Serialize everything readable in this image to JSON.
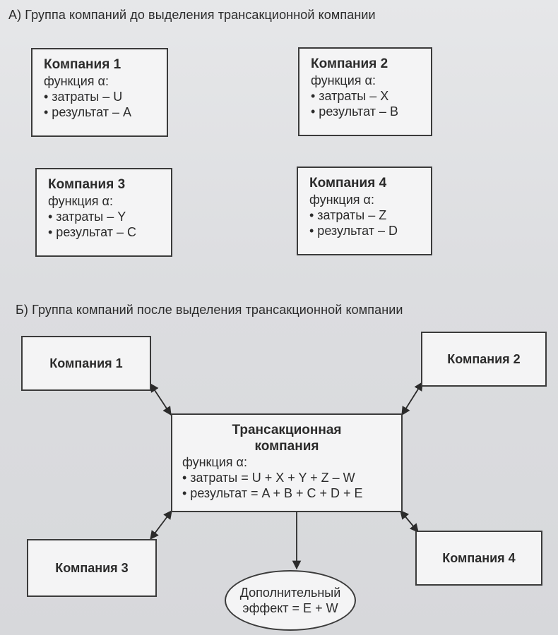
{
  "section_a": {
    "title": "А) Группа компаний до выделения трансакционной компании",
    "companies": [
      {
        "name": "Компания 1",
        "func": "функция α:",
        "cost": "• затраты – U",
        "result": "• результат – A"
      },
      {
        "name": "Компания 2",
        "func": "функция α:",
        "cost": "• затраты – X",
        "result": "• результат – B"
      },
      {
        "name": "Компания 3",
        "func": "функция α:",
        "cost": "• затраты – Y",
        "result": "• результат – C"
      },
      {
        "name": "Компания 4",
        "func": "функция α:",
        "cost": "• затраты – Z",
        "result": "• результат – D"
      }
    ]
  },
  "section_b": {
    "title": "Б) Группа компаний после выделения трансакционной компании",
    "companies": [
      "Компания 1",
      "Компания 2",
      "Компания 3",
      "Компания 4"
    ],
    "center": {
      "title_line1": "Трансакционная",
      "title_line2": "компания",
      "func": "функция α:",
      "cost": "• затраты = U + X + Y + Z – W",
      "result": "• результат = A + B + C + D + E"
    },
    "effect": {
      "line1": "Дополнительный",
      "line2": "эффект = E + W"
    }
  }
}
